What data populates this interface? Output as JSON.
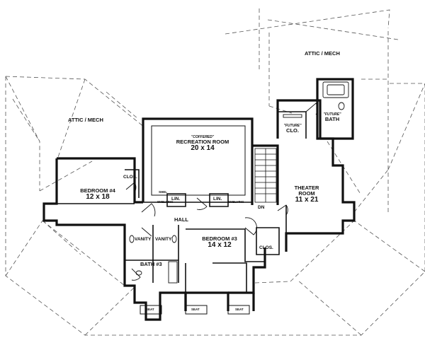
{
  "rooms": {
    "attic_upper": {
      "name": "ATTIC / MECH"
    },
    "attic_left": {
      "name": "ATTIC / MECH"
    },
    "recreation": {
      "note": "\"COFFERED\"",
      "name": "RECREATION ROOM",
      "size": "20 x 14"
    },
    "bedroom4": {
      "name": "BEDROOM #4",
      "size": "12 x 18"
    },
    "bedroom3": {
      "name": "BEDROOM #3",
      "size": "14 x 12"
    },
    "theater": {
      "name": "THEATER",
      "name2": "ROOM",
      "size": "11 x 21"
    },
    "bath3": {
      "name": "BATH #3"
    },
    "future_clo": {
      "note": "\"FUTURE\"",
      "name": "CLO."
    },
    "future_bath": {
      "note": "\"FUTURE\"",
      "name": "BATH"
    }
  },
  "labels": {
    "clos_left": "CLOS.",
    "clos_right": "CLOS.",
    "lin_left": "LIN.",
    "lin_right": "LIN.",
    "hall": "HALL",
    "dn": "DN",
    "vanity_left": "VANITY",
    "vanity_right": "VANITY",
    "shelving_left": "SHELVING",
    "shelving_right": "SHELVING",
    "shelf": "SHEL",
    "seat_1": "SEAT",
    "seat_2": "SEAT",
    "seat_3": "SEAT"
  },
  "colors": {
    "wall": "#111111",
    "dash": "#555555",
    "background": "#ffffff"
  }
}
